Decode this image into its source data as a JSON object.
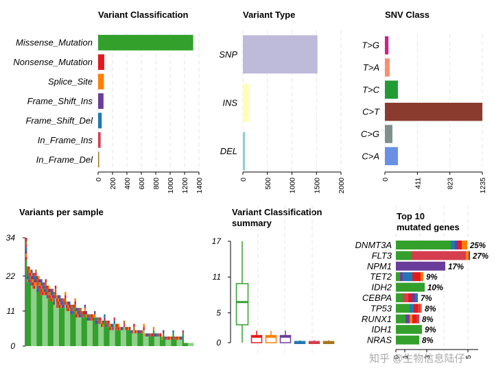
{
  "chart_data": [
    {
      "type": "bar",
      "title": "Variant Classification",
      "orientation": "horizontal",
      "categories": [
        "Missense_Mutation",
        "Nonsense_Mutation",
        "Splice_Site",
        "Frame_Shift_Ins",
        "Frame_Shift_Del",
        "In_Frame_Ins",
        "In_Frame_Del"
      ],
      "values": [
        1320,
        85,
        80,
        75,
        50,
        35,
        10
      ],
      "colors": [
        "#33a02c",
        "#e31a1c",
        "#ff7f00",
        "#6a3d9a",
        "#1f78b4",
        "#d53e4f",
        "#a6761d"
      ],
      "xticks": [
        "0",
        "200",
        "400",
        "600",
        "800",
        "1000",
        "1200",
        "1400"
      ],
      "xlim": [
        0,
        1400
      ]
    },
    {
      "type": "bar",
      "title": "Variant Type",
      "orientation": "horizontal",
      "categories": [
        "SNP",
        "INS",
        "DEL"
      ],
      "values": [
        1520,
        120,
        45
      ],
      "colors": [
        "#bebada",
        "#ffffb3",
        "#8dd3c7"
      ],
      "xticks": [
        "0",
        "500",
        "1000",
        "1500",
        "2000"
      ],
      "xlim": [
        0,
        2000
      ]
    },
    {
      "type": "bar",
      "title": "SNV Class",
      "orientation": "horizontal",
      "categories": [
        "T>G",
        "T>A",
        "T>C",
        "C>T",
        "C>G",
        "C>A"
      ],
      "values": [
        45,
        60,
        165,
        1235,
        95,
        165
      ],
      "colors": [
        "#d0208c",
        "#fb8f6e",
        "#239b35",
        "#8b3a2e",
        "#7f8f8c",
        "#6a90e6"
      ],
      "xticks": [
        "0",
        "411",
        "823",
        "1235"
      ],
      "xlim": [
        0,
        1235
      ]
    },
    {
      "type": "bar",
      "title": "Variants per sample",
      "stacked": true,
      "yticks": [
        "0",
        "11",
        "22",
        "34"
      ],
      "ylim": [
        0,
        34
      ]
    },
    {
      "type": "box",
      "title_line1": "Variant Classification",
      "title_line2": "summary",
      "yticks": [
        "0",
        "5",
        "11",
        "17"
      ],
      "ylim": [
        0,
        17
      ],
      "boxes": [
        {
          "color": "#33a02c",
          "min": 0,
          "q1": 3,
          "median": 6.8,
          "q3": 9.9,
          "max": 17
        },
        {
          "color": "#e31a1c",
          "min": 0,
          "q1": 0,
          "median": 1,
          "q3": 1.2,
          "max": 2
        },
        {
          "color": "#ff7f00",
          "min": 0,
          "q1": 0,
          "median": 1,
          "q3": 1.2,
          "max": 2
        },
        {
          "color": "#6a3d9a",
          "min": 0,
          "q1": 0,
          "median": 1,
          "q3": 1.2,
          "max": 2
        },
        {
          "color": "#1f78b4",
          "min": 0,
          "q1": 0,
          "median": 0,
          "q3": 0.2,
          "max": 0.4
        },
        {
          "color": "#d53e4f",
          "min": 0,
          "q1": 0,
          "median": 0,
          "q3": 0.2,
          "max": 0.4
        },
        {
          "color": "#a6761d",
          "min": 0,
          "q1": 0,
          "median": 0,
          "q3": 0.2,
          "max": 0.4
        }
      ]
    },
    {
      "type": "bar",
      "title_line1": "Top 10",
      "title_line2": "mutated genes",
      "stacked": true,
      "orientation": "horizontal",
      "genes": [
        {
          "name": "DNMT3A",
          "pct": "25%",
          "segments": [
            {
              "c": "#33a02c",
              "v": 40
            },
            {
              "c": "#1f78b4",
              "v": 3
            },
            {
              "c": "#6a3d9a",
              "v": 2
            },
            {
              "c": "#e31a1c",
              "v": 3
            },
            {
              "c": "#ff7f00",
              "v": 4
            }
          ]
        },
        {
          "name": "FLT3",
          "pct": "27%",
          "segments": [
            {
              "c": "#33a02c",
              "v": 11
            },
            {
              "c": "#d53e4f",
              "v": 40
            },
            {
              "c": "#ff7f00",
              "v": 2
            },
            {
              "c": "#6a3d9a",
              "v": 1
            }
          ]
        },
        {
          "name": "NPM1",
          "pct": "17%",
          "segments": [
            {
              "c": "#6a3d9a",
              "v": 36
            }
          ]
        },
        {
          "name": "TET2",
          "pct": "9%",
          "segments": [
            {
              "c": "#33a02c",
              "v": 3
            },
            {
              "c": "#6a3d9a",
              "v": 2
            },
            {
              "c": "#1f78b4",
              "v": 7
            },
            {
              "c": "#e31a1c",
              "v": 6
            },
            {
              "c": "#ff7f00",
              "v": 2
            }
          ]
        },
        {
          "name": "IDH2",
          "pct": "10%",
          "segments": [
            {
              "c": "#33a02c",
              "v": 21
            }
          ]
        },
        {
          "name": "CEBPA",
          "pct": "7%",
          "segments": [
            {
              "c": "#33a02c",
              "v": 5
            },
            {
              "c": "#d53e4f",
              "v": 4
            },
            {
              "c": "#e31a1c",
              "v": 2
            },
            {
              "c": "#6a3d9a",
              "v": 3
            },
            {
              "c": "#1f78b4",
              "v": 2
            }
          ]
        },
        {
          "name": "TP53",
          "pct": "8%",
          "segments": [
            {
              "c": "#33a02c",
              "v": 10
            },
            {
              "c": "#1f78b4",
              "v": 3
            },
            {
              "c": "#e31a1c",
              "v": 3
            },
            {
              "c": "#d53e4f",
              "v": 2
            },
            {
              "c": "#ff7f00",
              "v": 1
            }
          ]
        },
        {
          "name": "RUNX1",
          "pct": "8%",
          "segments": [
            {
              "c": "#33a02c",
              "v": 7
            },
            {
              "c": "#6a3d9a",
              "v": 3
            },
            {
              "c": "#ff7f00",
              "v": 2
            },
            {
              "c": "#e31a1c",
              "v": 3
            },
            {
              "c": "#d53e4f",
              "v": 2
            }
          ]
        },
        {
          "name": "IDH1",
          "pct": "9%",
          "segments": [
            {
              "c": "#33a02c",
              "v": 19
            }
          ]
        },
        {
          "name": "NRAS",
          "pct": "8%",
          "segments": [
            {
              "c": "#33a02c",
              "v": 17
            }
          ]
        }
      ],
      "xticks": [
        "0",
        "1",
        "3",
        "5"
      ],
      "xmax": 60
    }
  ],
  "watermark": "知乎 @生物信息陆仔"
}
